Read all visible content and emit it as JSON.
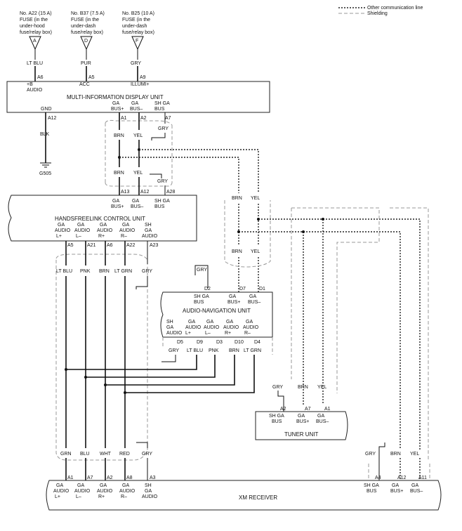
{
  "legend": {
    "other_comm": "Other communication line",
    "shielding": "Shielding"
  },
  "fuses": [
    {
      "id": "A",
      "line1": "No. A22 (15 A)",
      "line2": "FUSE (in the",
      "line3": "under-hood",
      "line4": "fuse/relay box)",
      "color": "LT BLU",
      "pin": "A6",
      "func": "+B",
      "func2": "AUDIO"
    },
    {
      "id": "D",
      "line1": "No. B37 (7.5 A)",
      "line2": "FUSE (in the",
      "line3": "under-dash",
      "line4": "fuse/relay box)",
      "color": "PUR",
      "pin": "A5",
      "func": "ACC",
      "func2": ""
    },
    {
      "id": "F",
      "line1": "No. B25 (10 A)",
      "line2": "FUSE (in the",
      "line3": "under-dash",
      "line4": "fuse/relay box)",
      "color": "GRY",
      "pin": "A9",
      "func": "ILLUMI+",
      "func2": ""
    }
  ],
  "mid": {
    "title": "MULTI-INFORMATION DISPLAY UNIT",
    "gnd": "GND",
    "pins": [
      {
        "pin": "A1",
        "l1": "GA",
        "l2": "BUS+"
      },
      {
        "pin": "A2",
        "l1": "GA",
        "l2": "BUS–"
      },
      {
        "pin": "A7",
        "l1": "SH GA",
        "l2": "BUS"
      }
    ],
    "gnd_pin": "A12",
    "gnd_color": "BLK",
    "ground": "G505"
  },
  "wires": {
    "brn": "BRN",
    "yel": "YEL",
    "gry": "GRY",
    "lt_blu": "LT BLU",
    "pnk": "PNK",
    "lt_grn": "LT GRN",
    "grn": "GRN",
    "blu": "BLU",
    "wht": "WHT",
    "red": "RED"
  },
  "hfl": {
    "title": "HANDSFREELINK CONTROL UNIT",
    "top_pins": [
      {
        "pin": "A13",
        "l1": "GA",
        "l2": "BUS+"
      },
      {
        "pin": "A12",
        "l1": "GA",
        "l2": "BUS–"
      },
      {
        "pin": "A28",
        "l1": "SH GA",
        "l2": "BUS"
      }
    ],
    "bottom_pins": [
      {
        "pin": "A5",
        "l1": "GA",
        "l2": "AUDIO",
        "l3": "L+"
      },
      {
        "pin": "A21",
        "l1": "GA",
        "l2": "AUDIO",
        "l3": "L–"
      },
      {
        "pin": "A6",
        "l1": "GA",
        "l2": "AUDIO",
        "l3": "R+"
      },
      {
        "pin": "A22",
        "l1": "GA",
        "l2": "AUDIO",
        "l3": "R–"
      },
      {
        "pin": "A23",
        "l1": "SH",
        "l2": "GA",
        "l3": "AUDIO"
      }
    ]
  },
  "nav": {
    "title": "AUDIO-NAVIGATION UNIT",
    "top_pins": [
      {
        "pin": "D2",
        "l1": "SH GA",
        "l2": "BUS"
      },
      {
        "pin": "D7",
        "l1": "GA",
        "l2": "BUS+"
      },
      {
        "pin": "D1",
        "l1": "GA",
        "l2": "BUS–"
      }
    ],
    "bottom_pins": [
      {
        "pin": "D5",
        "l1": "SH",
        "l2": "GA",
        "l3": "AUDIO"
      },
      {
        "pin": "D9",
        "l1": "GA",
        "l2": "AUDIO",
        "l3": "L+"
      },
      {
        "pin": "D3",
        "l1": "GA",
        "l2": "AUDIO",
        "l3": "L–"
      },
      {
        "pin": "D10",
        "l1": "GA",
        "l2": "AUDIO",
        "l3": "R+"
      },
      {
        "pin": "D4",
        "l1": "GA",
        "l2": "AUDIO",
        "l3": "R–"
      }
    ]
  },
  "tuner": {
    "title": "TUNER UNIT",
    "pins": [
      {
        "pin": "A2",
        "l1": "SH GA",
        "l2": "BUS"
      },
      {
        "pin": "A7",
        "l1": "GA",
        "l2": "BUS+"
      },
      {
        "pin": "A1",
        "l1": "GA",
        "l2": "BUS–"
      }
    ]
  },
  "xm": {
    "title": "XM RECEIVER",
    "left_pins": [
      {
        "pin": "A1",
        "l1": "GA",
        "l2": "AUDIO",
        "l3": "L+"
      },
      {
        "pin": "A7",
        "l1": "GA",
        "l2": "AUDIO",
        "l3": "L–"
      },
      {
        "pin": "A2",
        "l1": "GA",
        "l2": "AUDIO",
        "l3": "R+"
      },
      {
        "pin": "A8",
        "l1": "GA",
        "l2": "AUDIO",
        "l3": "R–"
      },
      {
        "pin": "A3",
        "l1": "SH",
        "l2": "GA",
        "l3": "AUDIO"
      }
    ],
    "right_pins": [
      {
        "pin": "A4",
        "l1": "SH GA",
        "l2": "BUS"
      },
      {
        "pin": "A12",
        "l1": "GA",
        "l2": "BUS+"
      },
      {
        "pin": "A11",
        "l1": "GA",
        "l2": "BUS–"
      }
    ]
  }
}
